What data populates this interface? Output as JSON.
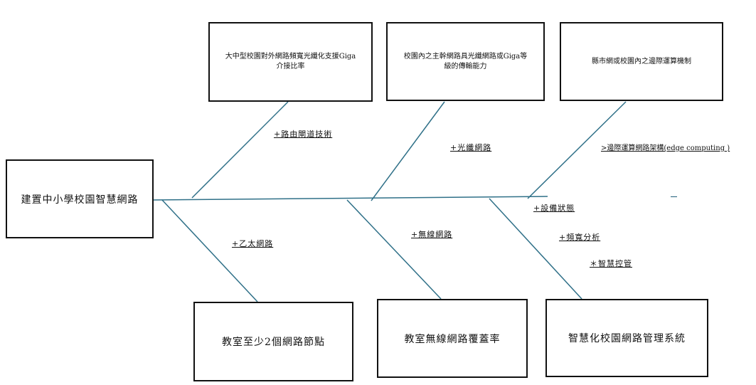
{
  "head": {
    "label": "建置中小學校園智慧網路"
  },
  "causes_top": [
    {
      "label": "大中型校園對外網路頻寬光纖化支援Giga介接比率"
    },
    {
      "label": "校園內之主幹網路具光纖網路或Giga等級的傳輸能力"
    },
    {
      "label": "縣市網或校園內之邊際運算機制"
    }
  ],
  "causes_bottom": [
    {
      "label": "教室至少2個網路節點"
    },
    {
      "label": "教室無線網路覆蓋率"
    },
    {
      "label": "智慧化校園網路管理系統"
    }
  ],
  "branch_labels": {
    "routing": "+路由閘道技術",
    "fiber": "+光纖網路",
    "edge": ">邊際運算網路架構(edge computing )",
    "device": "+設備狀態",
    "ethernet": "+乙太網路",
    "wireless": "+無線網路",
    "bandwidth": "+頻寬分析",
    "smart": "＊智慧控管"
  },
  "colors": {
    "bone": "#2f7088",
    "box_border": "#111111"
  }
}
